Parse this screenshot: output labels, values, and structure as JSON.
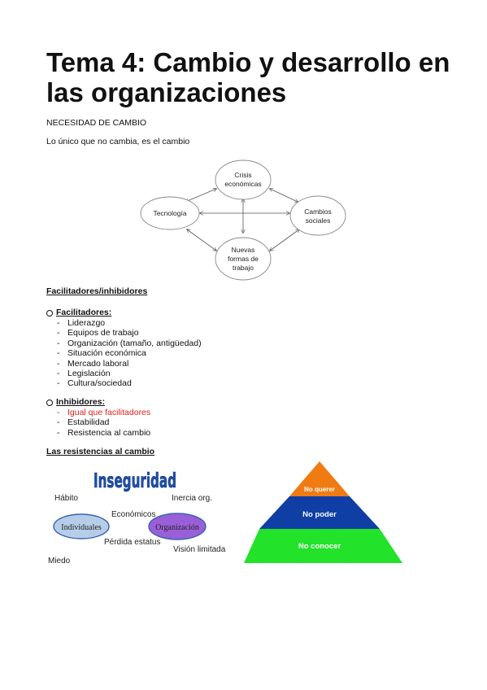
{
  "title": "Tema 4: Cambio y desarrollo en las organizaciones",
  "heading_need": "NECESIDAD DE CAMBIO",
  "quote": "Lo único que no cambia, es el cambio",
  "diagram": {
    "nodes": {
      "crisis": [
        "Crisis",
        "económicas"
      ],
      "tecnologia": [
        "Tecnología"
      ],
      "cambios": [
        "Cambios",
        "sociales"
      ],
      "nuevas": [
        "Nuevas",
        "formas de",
        "trabajo"
      ]
    }
  },
  "section_fac_inh": "Facilitadores/inhibidores",
  "facilitadores": {
    "label": "Facilitadores:",
    "items": [
      "Liderazgo",
      "Equipos de trabajo",
      "Organización (tamaño, antigüedad)",
      "Situación económica",
      "Mercado laboral",
      "Legislación",
      "Cultura/sociedad"
    ]
  },
  "inhibidores": {
    "label": "Inhibidores:",
    "items": [
      "Igual que facilitadores",
      "Estabilidad",
      "Resistencia al cambio"
    ]
  },
  "section_resist": "Las resistencias al cambio",
  "resist_diagram": {
    "big": "Inseguridad",
    "habito": "Hábito",
    "inercia": "Inercia org.",
    "economicos": "Económicos",
    "individuales": "Individuales",
    "organizacion": "Organización",
    "perdida": "Pérdida estatus",
    "vision": "Visión limitada",
    "miedo": "Miedo"
  },
  "pyramid": [
    "No querer",
    "No poder",
    "No conocer"
  ],
  "colors": {
    "red_text": "#e0201b",
    "inseguridad": "#1f4fa8",
    "individuales_fill": "#b6cde8",
    "organizacion_fill": "#9a5fd8",
    "pyr_top": "#f07b12",
    "pyr_mid": "#0f3ea5",
    "pyr_bot": "#22e22a"
  }
}
